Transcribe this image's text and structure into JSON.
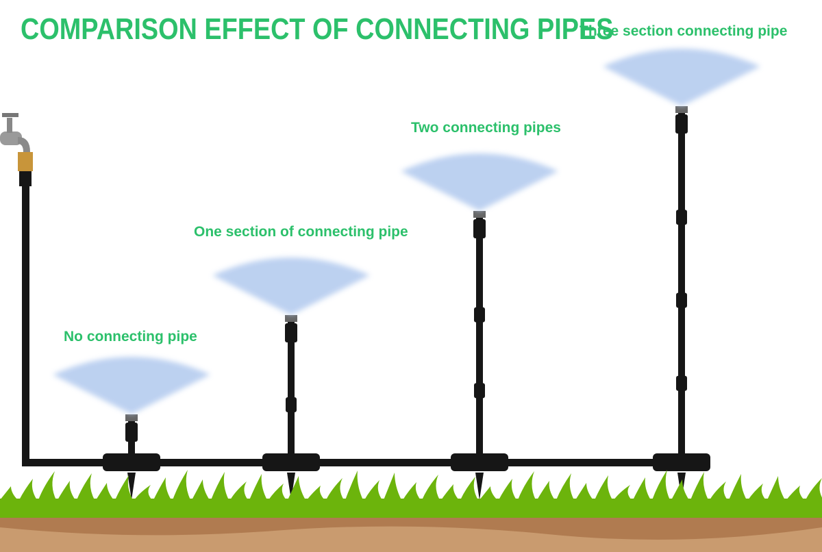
{
  "title": "COMPARISON EFFECT OF CONNECTING PIPES",
  "labels": [
    "No connecting pipe",
    "One section of connecting pipe",
    "Two connecting pipes",
    "Three section connecting pipe"
  ],
  "colors": {
    "text_green": "#2cc06b",
    "spray": "#b9cff0",
    "pipe": "#161616",
    "grass": "#6cb40c",
    "soil": "#b07b50",
    "soil_light": "#c99b6f"
  }
}
